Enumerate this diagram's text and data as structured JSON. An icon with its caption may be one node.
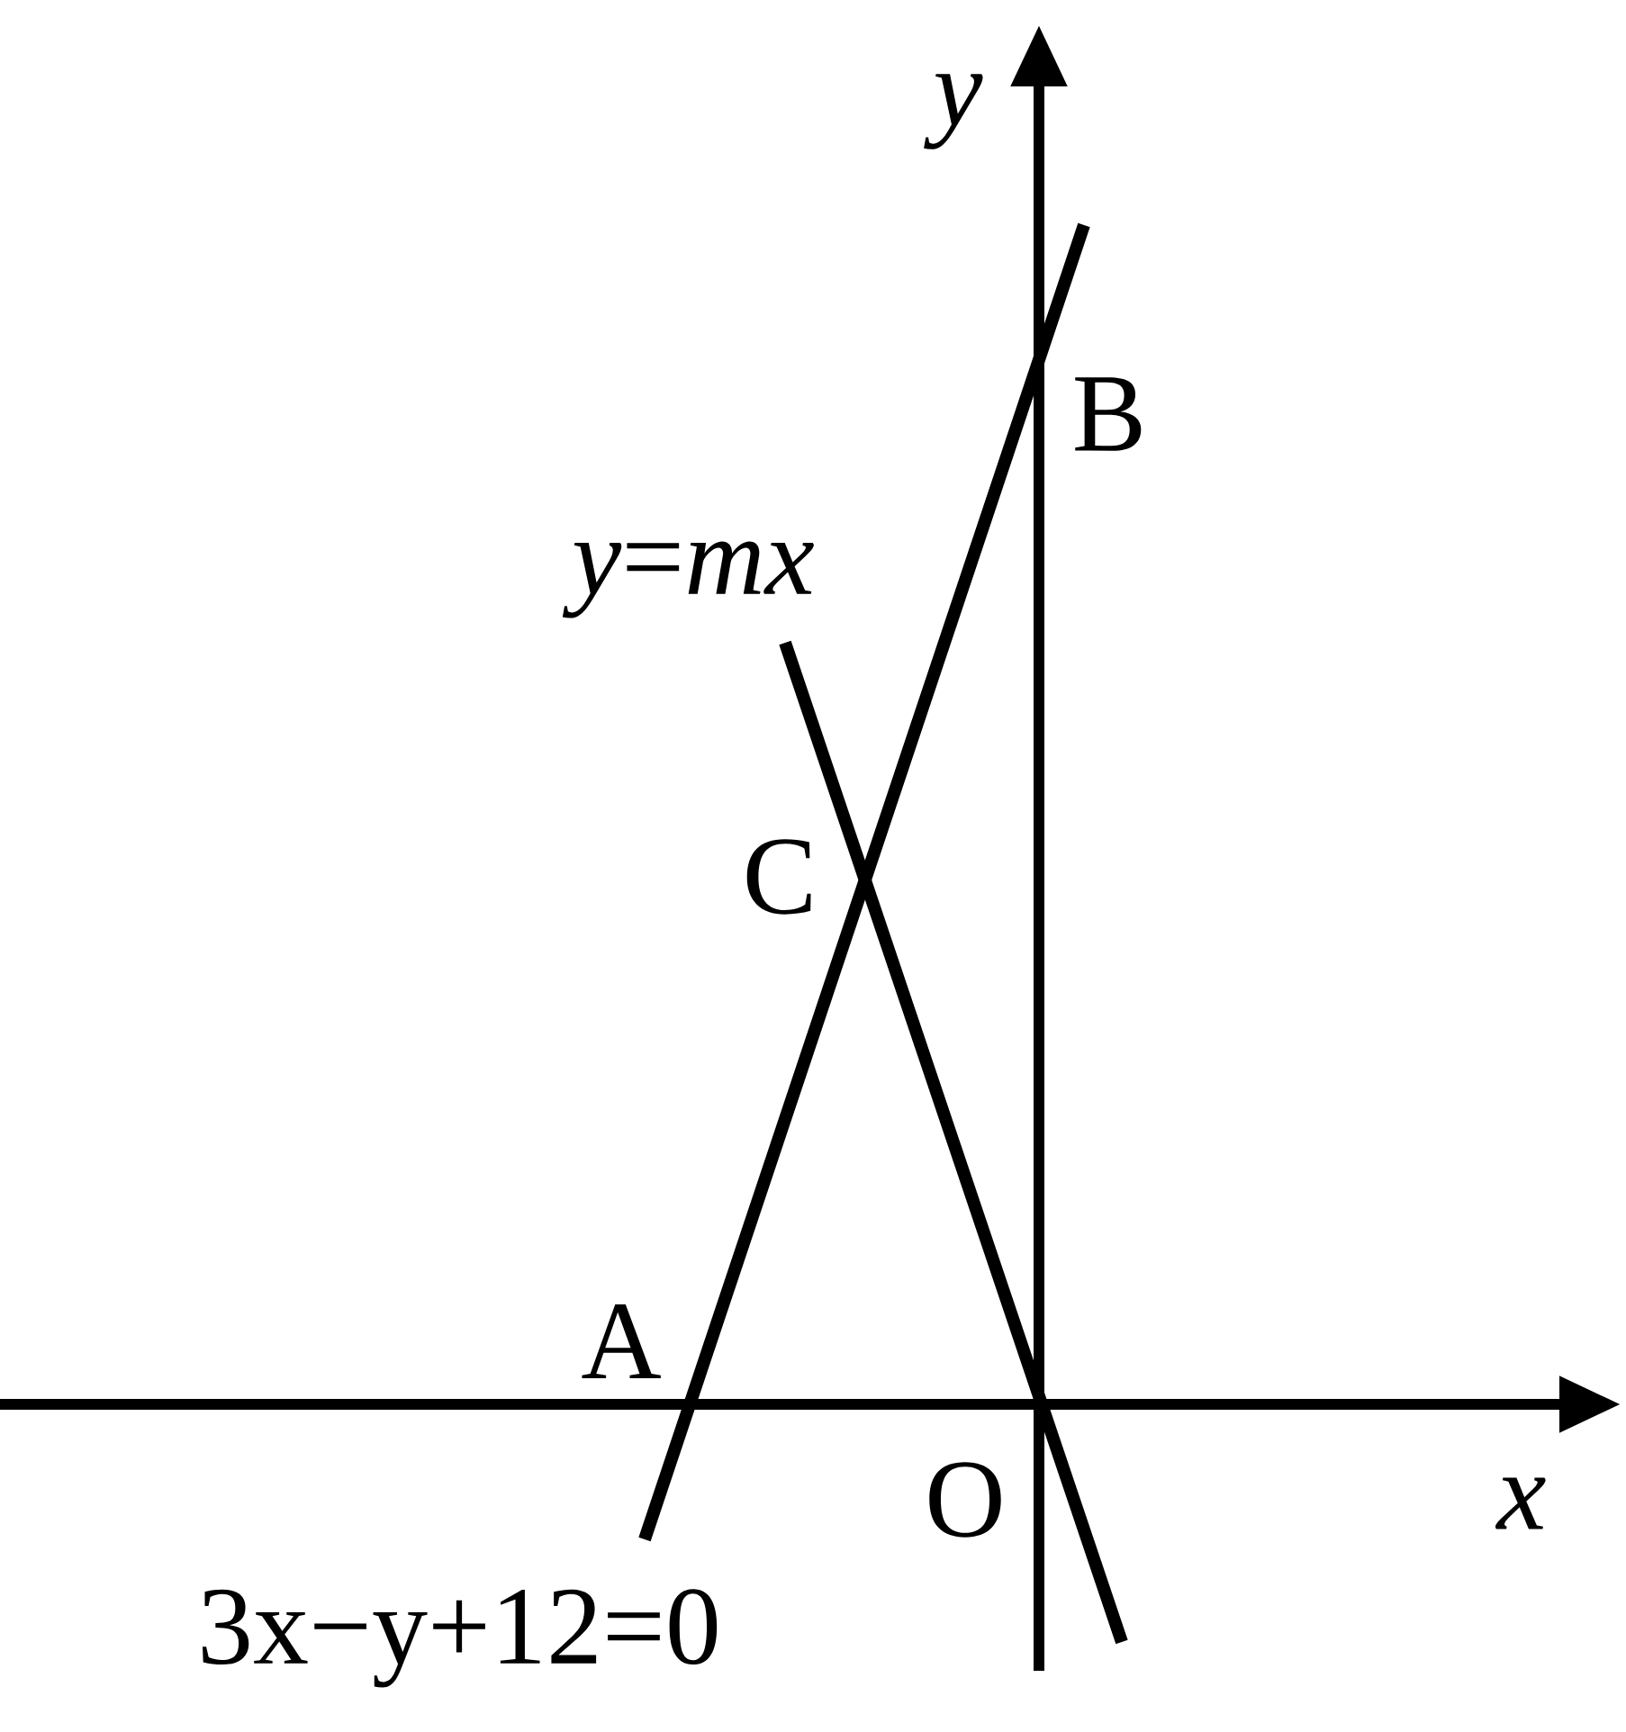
{
  "diagram": {
    "labels": [
      "*y*",
      "B",
      "*y*=*mx*",
      "C",
      "A",
      "O",
      "*x*",
      "3x−y+12=0"
    ]
  }
}
